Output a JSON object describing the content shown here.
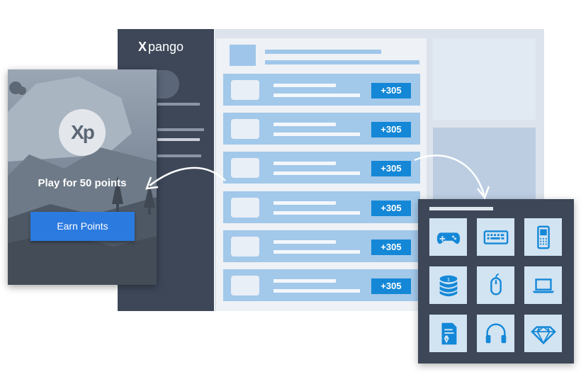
{
  "brand": {
    "logo_mark": "X",
    "logo_text": "pango"
  },
  "offers": [
    {
      "points": "+305"
    },
    {
      "points": "+305"
    },
    {
      "points": "+305"
    },
    {
      "points": "+305"
    },
    {
      "points": "+305"
    },
    {
      "points": "+305"
    }
  ],
  "game_card": {
    "logo_text": "Xp",
    "prompt": "Play for 50 points",
    "button_label": "Earn Points"
  },
  "rewards": {
    "icons": [
      "gamepad-icon",
      "keyboard-icon",
      "phone-icon",
      "coin-stack-icon",
      "mouse-icon",
      "laptop-icon",
      "gift-card-icon",
      "headphones-icon",
      "diamond-icon"
    ]
  },
  "colors": {
    "accent": "#1487d6",
    "button": "#2b7ae0",
    "sidebar": "#3d4758",
    "row": "#a2c8ea",
    "tile": "#d2e3f2"
  }
}
